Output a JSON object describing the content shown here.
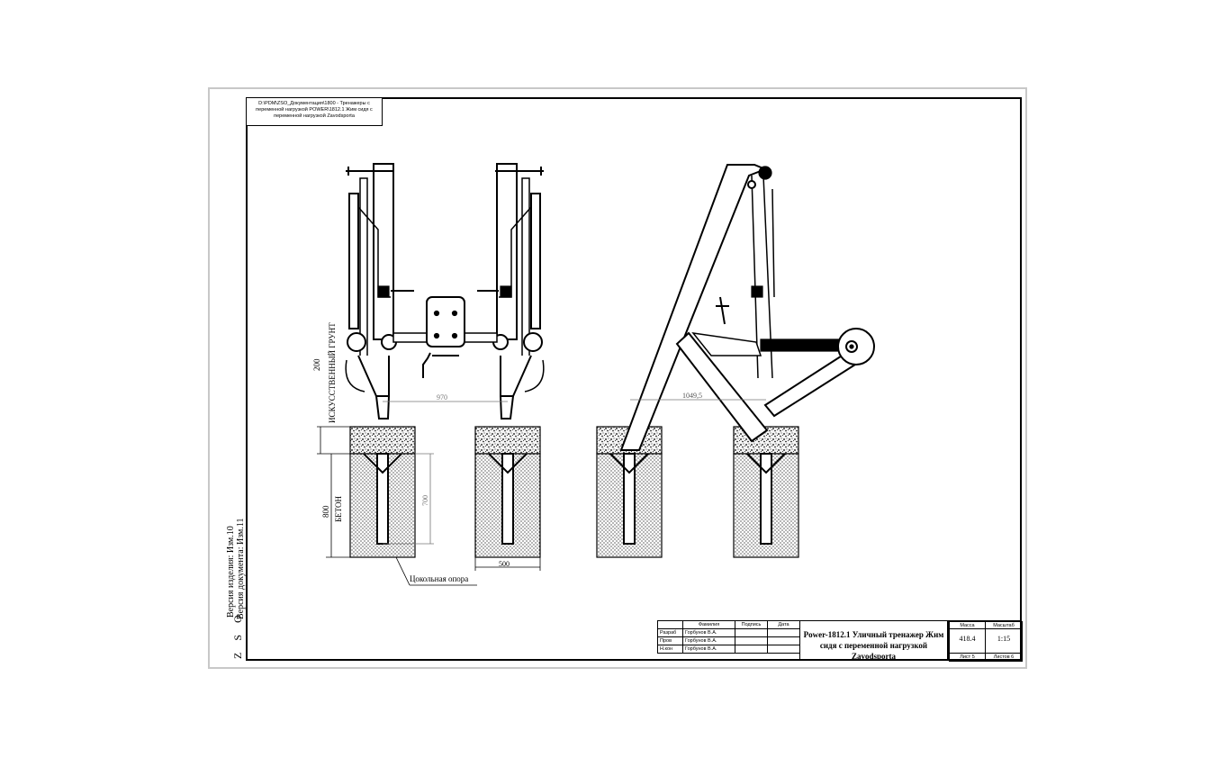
{
  "header": {
    "path_note": "D:\\PDM\\ZSO_Документация\\1800 - Тренажеры с переменной нагрузкой POWER\\1812.1 Жим сидя с переменной нагрузкой Zavodsporta"
  },
  "drawing": {
    "ground_label": "ИСКУССТВЕННЫЙ ГРУНТ",
    "concrete_label": "БЕТОН",
    "base_label": "Цокольная опора",
    "dims": {
      "d200": "200",
      "d800": "800",
      "d700": "700",
      "d970": "970",
      "d500": "500",
      "d1049": "1049,5"
    }
  },
  "stamp": {
    "zso": "Z S O",
    "version_product": "Версия изделия: Изм.10",
    "version_doc": "Версия документа: Изм.11"
  },
  "title_block": {
    "headers": {
      "surname": "Фамилия",
      "signature": "Подпись",
      "date": "Дата"
    },
    "rows": [
      {
        "role": "Разраб",
        "name": "Горбунов В.А."
      },
      {
        "role": "Пров",
        "name": "Горбунов В.А."
      },
      {
        "role": "Н.кон",
        "name": "Горбунов В.А."
      }
    ],
    "title": "Power-1812.1 Уличный тренажер Жим сидя с переменной нагрузкой Zavodsporta",
    "mass_label": "Масса",
    "mass_value": "418.4",
    "scale_label": "Масштаб",
    "scale_value": "1:15",
    "sheet_label": "Лист 5",
    "sheets_label": "Листов 6"
  }
}
